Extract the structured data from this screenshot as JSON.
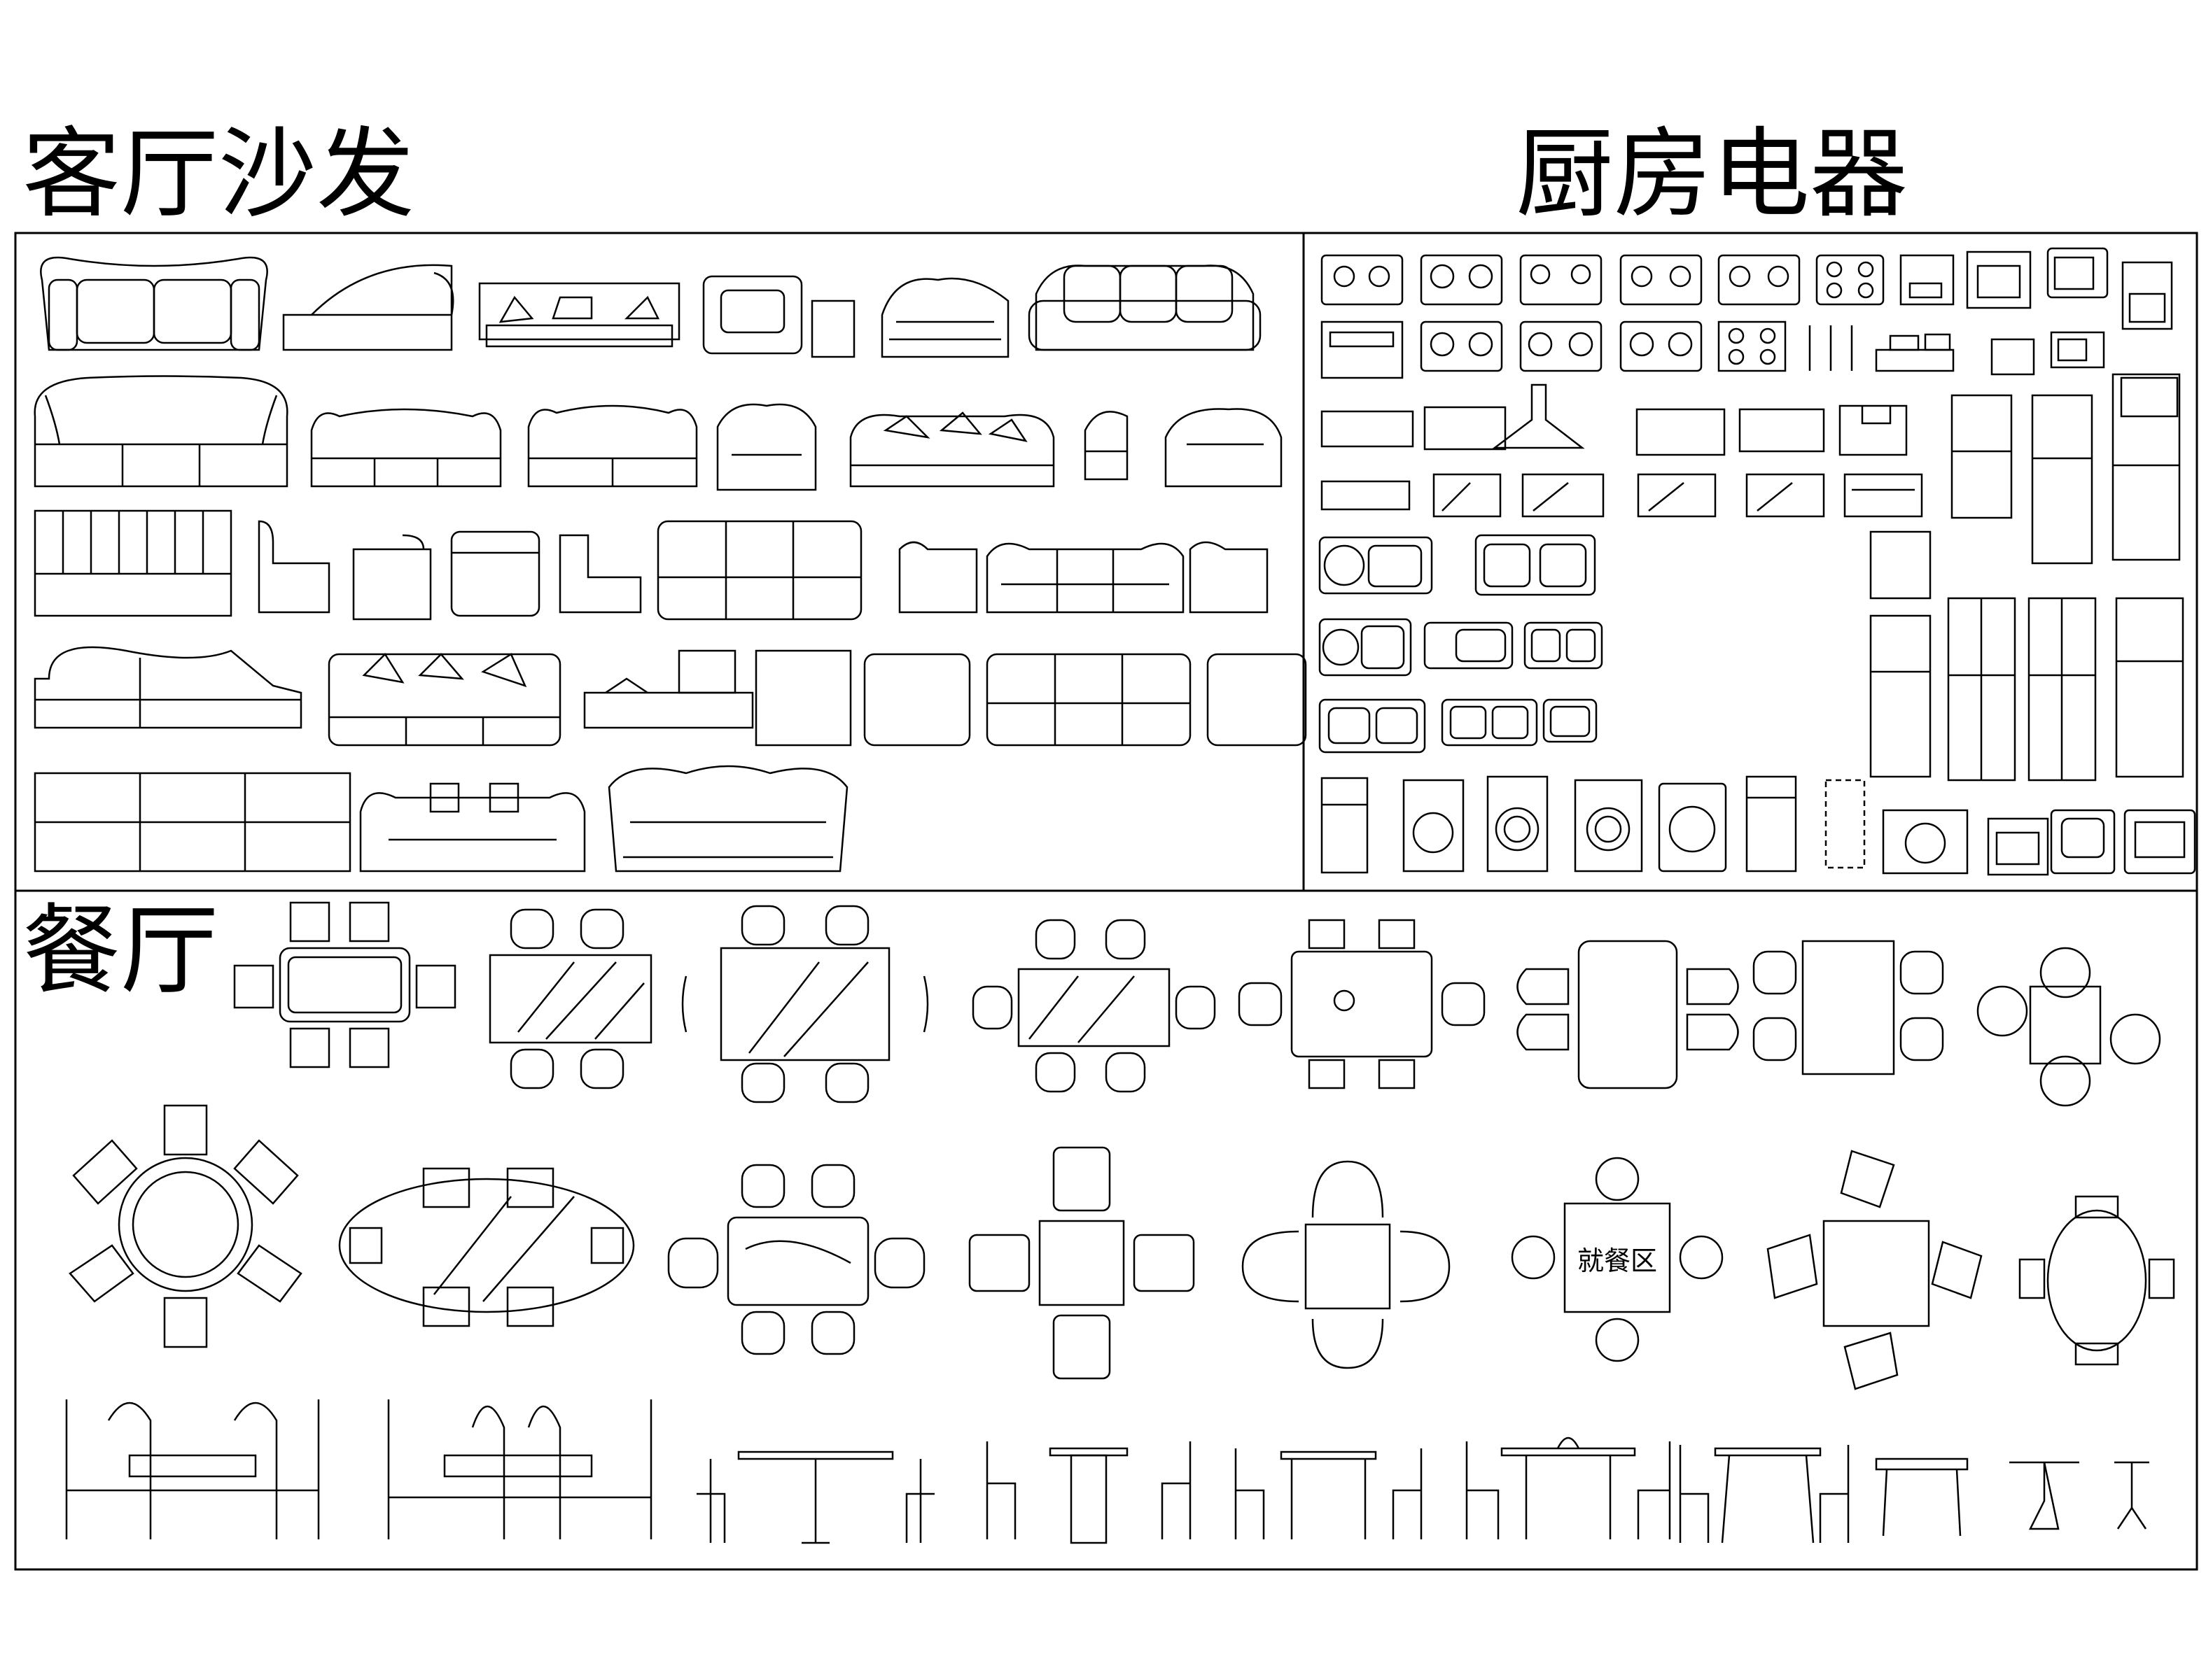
{
  "sections": {
    "living": {
      "title": "客厅沙发"
    },
    "kitchen": {
      "title": "厨房电器"
    },
    "dining": {
      "title": "餐厅",
      "annotation": "就餐区"
    }
  },
  "colors": {
    "line": "#000000",
    "background": "#ffffff"
  }
}
